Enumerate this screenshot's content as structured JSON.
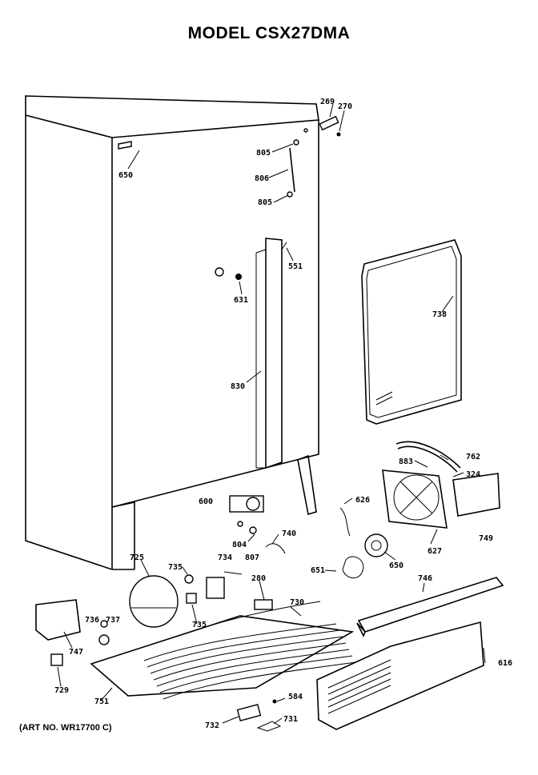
{
  "title": "MODEL CSX27DMA",
  "art_number": "(ART NO. WR17700 C)",
  "parts": [
    {
      "id": "p269",
      "label": "269"
    },
    {
      "id": "p270",
      "label": "270"
    },
    {
      "id": "p650a",
      "label": "650"
    },
    {
      "id": "p805a",
      "label": "805"
    },
    {
      "id": "p806",
      "label": "806"
    },
    {
      "id": "p805b",
      "label": "805"
    },
    {
      "id": "p551",
      "label": "551"
    },
    {
      "id": "p631",
      "label": "631"
    },
    {
      "id": "p738",
      "label": "738"
    },
    {
      "id": "p830",
      "label": "830"
    },
    {
      "id": "p762",
      "label": "762"
    },
    {
      "id": "p883",
      "label": "883"
    },
    {
      "id": "p324",
      "label": "324"
    },
    {
      "id": "p600",
      "label": "600"
    },
    {
      "id": "p626",
      "label": "626"
    },
    {
      "id": "p749",
      "label": "749"
    },
    {
      "id": "p804",
      "label": "804"
    },
    {
      "id": "p807",
      "label": "807"
    },
    {
      "id": "p740",
      "label": "740"
    },
    {
      "id": "p627",
      "label": "627"
    },
    {
      "id": "p725",
      "label": "725"
    },
    {
      "id": "p735a",
      "label": "735"
    },
    {
      "id": "p734",
      "label": "734"
    },
    {
      "id": "p280",
      "label": "280"
    },
    {
      "id": "p651",
      "label": "651"
    },
    {
      "id": "p650b",
      "label": "650"
    },
    {
      "id": "p746",
      "label": "746"
    },
    {
      "id": "p736",
      "label": "736"
    },
    {
      "id": "p737",
      "label": "737"
    },
    {
      "id": "p735b",
      "label": "735"
    },
    {
      "id": "p730",
      "label": "730"
    },
    {
      "id": "p747",
      "label": "747"
    },
    {
      "id": "p616",
      "label": "616"
    },
    {
      "id": "p729",
      "label": "729"
    },
    {
      "id": "p751",
      "label": "751"
    },
    {
      "id": "p584",
      "label": "584"
    },
    {
      "id": "p732",
      "label": "732"
    },
    {
      "id": "p731",
      "label": "731"
    }
  ]
}
